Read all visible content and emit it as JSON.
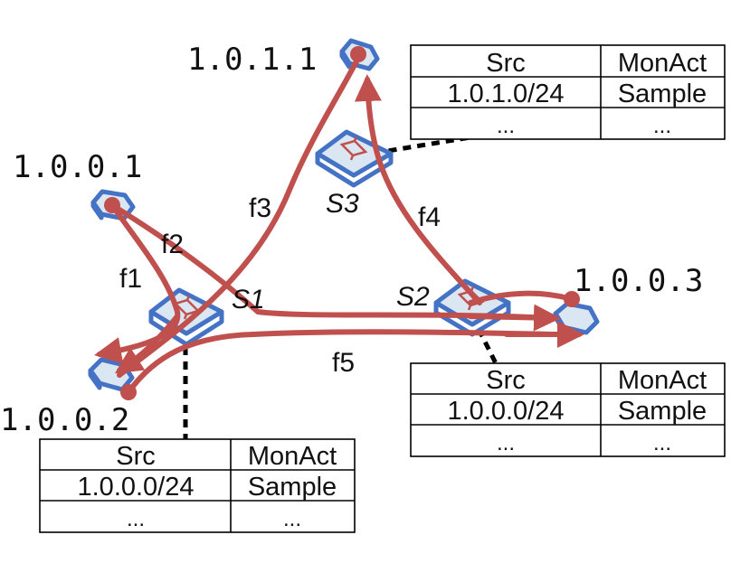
{
  "hosts": {
    "h101": "1.0.1.1",
    "h001": "1.0.0.1",
    "h002": "1.0.0.2",
    "h003": "1.0.0.3"
  },
  "switches": {
    "s1": "S1",
    "s2": "S2",
    "s3": "S3"
  },
  "flows": {
    "f1": "f1",
    "f2": "f2",
    "f3": "f3",
    "f4": "f4",
    "f5": "f5"
  },
  "tables": {
    "s3": {
      "headers": [
        "Src",
        "MonAct"
      ],
      "rows": [
        [
          "1.0.1.0/24",
          "Sample"
        ],
        [
          "...",
          "..."
        ]
      ]
    },
    "s2": {
      "headers": [
        "Src",
        "MonAct"
      ],
      "rows": [
        [
          "1.0.0.0/24",
          "Sample"
        ],
        [
          "...",
          "..."
        ]
      ]
    },
    "s1": {
      "headers": [
        "Src",
        "MonAct"
      ],
      "rows": [
        [
          "1.0.0.0/24",
          "Sample"
        ],
        [
          "...",
          "..."
        ]
      ]
    }
  },
  "colors": {
    "flow": "#c0504d",
    "node_border": "#4472c4",
    "node_fill": "#dbe6f3"
  }
}
